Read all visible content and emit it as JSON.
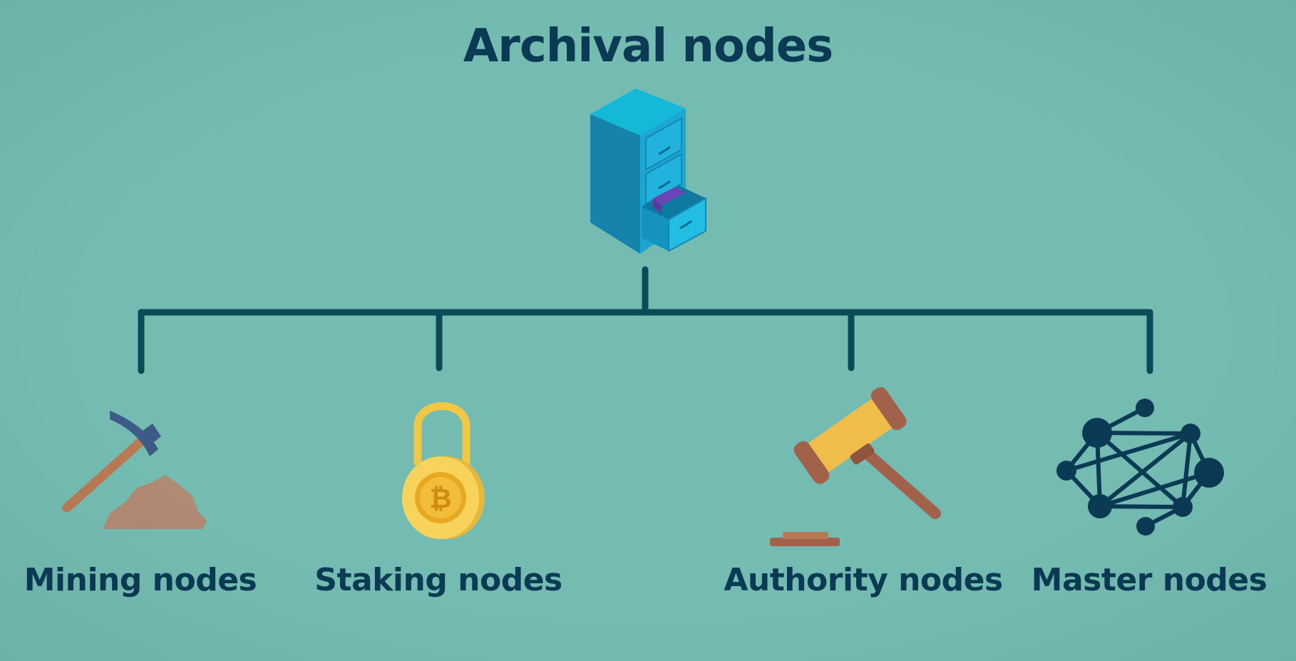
{
  "diagram": {
    "root": {
      "label": "Archival nodes",
      "icon": "filing-cabinet-icon"
    },
    "children": [
      {
        "label": "Mining nodes",
        "icon": "pickaxe-icon"
      },
      {
        "label": "Staking nodes",
        "icon": "bitcoin-padlock-icon"
      },
      {
        "label": "Authority nodes",
        "icon": "gavel-icon"
      },
      {
        "label": "Master nodes",
        "icon": "network-icon"
      }
    ]
  },
  "colors": {
    "background": "#74bcb2",
    "text": "#0b3a55",
    "connector": "#0c4a57",
    "cabinet": "#1b9fca",
    "cabinet_top": "#16b8d8",
    "gold": "#f2c744",
    "brown": "#a2614a"
  }
}
